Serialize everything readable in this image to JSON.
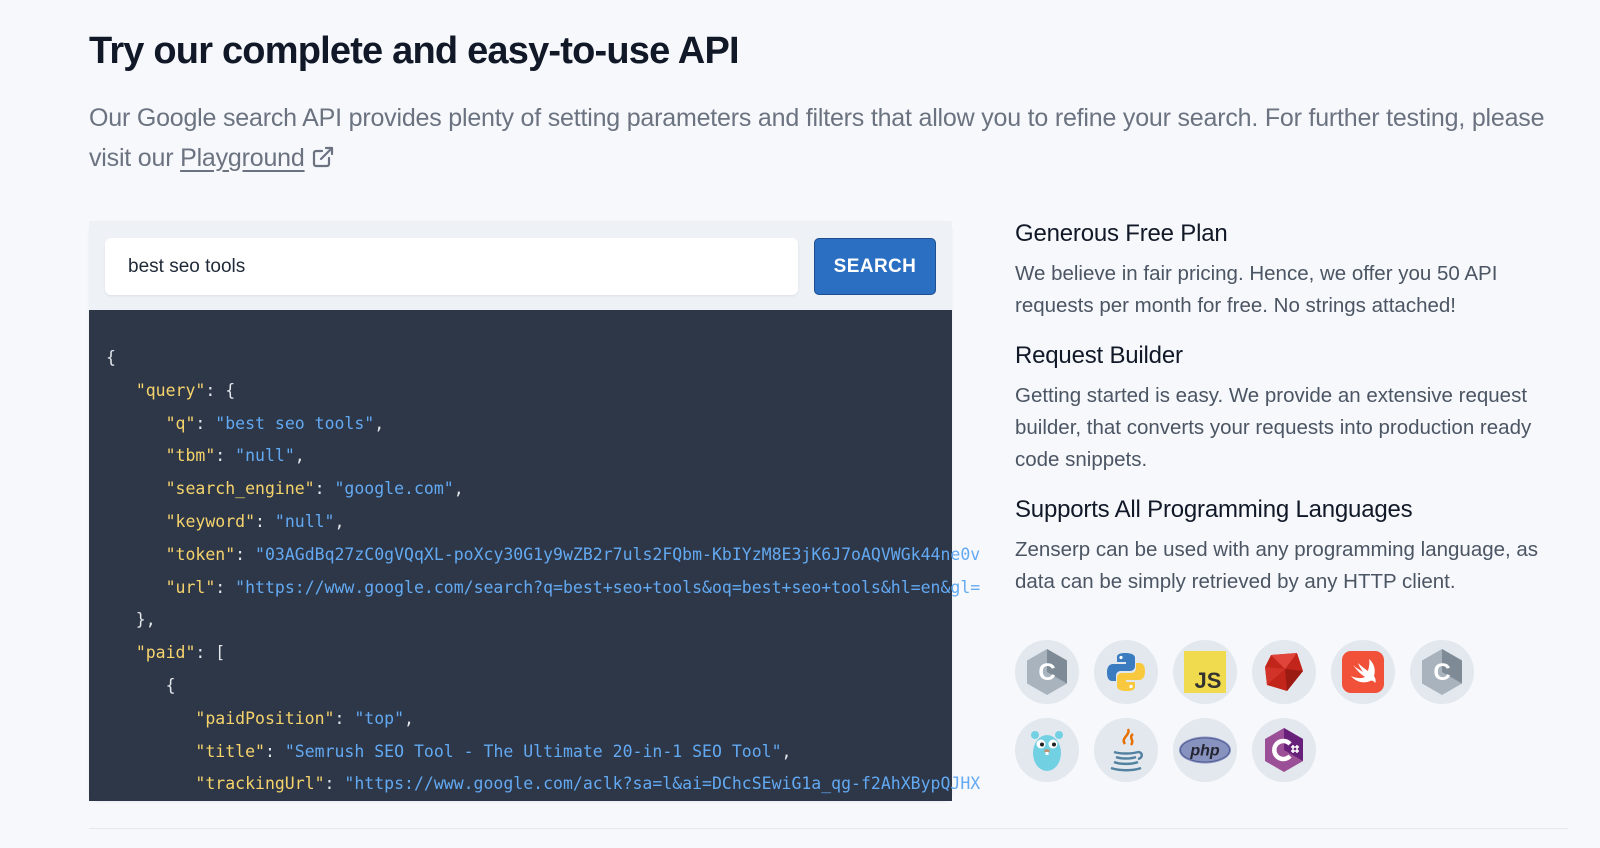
{
  "header": {
    "title": "Try our complete and easy-to-use API",
    "intro": "Our Google search API provides plenty of setting parameters and filters that allow you to refine your search. For further testing, please visit our ",
    "playground_link": "Playground"
  },
  "search": {
    "value": "best seo tools",
    "button_label": "SEARCH"
  },
  "code_lines": [
    [
      [
        "p",
        "{"
      ]
    ],
    [
      [
        "p",
        "   "
      ],
      [
        "k",
        "\"query\""
      ],
      [
        "p",
        ": {"
      ]
    ],
    [
      [
        "p",
        "      "
      ],
      [
        "k",
        "\"q\""
      ],
      [
        "p",
        ": "
      ],
      [
        "s",
        "\"best seo tools\""
      ],
      [
        "p",
        ","
      ]
    ],
    [
      [
        "p",
        "      "
      ],
      [
        "k",
        "\"tbm\""
      ],
      [
        "p",
        ": "
      ],
      [
        "s",
        "\"null\""
      ],
      [
        "p",
        ","
      ]
    ],
    [
      [
        "p",
        "      "
      ],
      [
        "k",
        "\"search_engine\""
      ],
      [
        "p",
        ": "
      ],
      [
        "s",
        "\"google.com\""
      ],
      [
        "p",
        ","
      ]
    ],
    [
      [
        "p",
        "      "
      ],
      [
        "k",
        "\"keyword\""
      ],
      [
        "p",
        ": "
      ],
      [
        "s",
        "\"null\""
      ],
      [
        "p",
        ","
      ]
    ],
    [
      [
        "p",
        "      "
      ],
      [
        "k",
        "\"token\""
      ],
      [
        "p",
        ": "
      ],
      [
        "s",
        "\"03AGdBq27zC0gVQqXL-poXcy30G1y9wZB2r7uls2FQbm-KbIYzM8E3jK6J7oAQVWGk44ne0v"
      ]
    ],
    [
      [
        "p",
        "      "
      ],
      [
        "k",
        "\"url\""
      ],
      [
        "p",
        ": "
      ],
      [
        "s",
        "\"https://www.google.com/search?q=best+seo+tools&oq=best+seo+tools&hl=en&gl="
      ]
    ],
    [
      [
        "p",
        "   },"
      ]
    ],
    [
      [
        "p",
        "   "
      ],
      [
        "k",
        "\"paid\""
      ],
      [
        "p",
        ": ["
      ]
    ],
    [
      [
        "p",
        "      {"
      ]
    ],
    [
      [
        "p",
        "         "
      ],
      [
        "k",
        "\"paidPosition\""
      ],
      [
        "p",
        ": "
      ],
      [
        "s",
        "\"top\""
      ],
      [
        "p",
        ","
      ]
    ],
    [
      [
        "p",
        "         "
      ],
      [
        "k",
        "\"title\""
      ],
      [
        "p",
        ": "
      ],
      [
        "s",
        "\"Semrush SEO Tool - The Ultimate 20-in-1 SEO Tool\""
      ],
      [
        "p",
        ","
      ]
    ],
    [
      [
        "p",
        "         "
      ],
      [
        "k",
        "\"trackingUrl\""
      ],
      [
        "p",
        ": "
      ],
      [
        "s",
        "\"https://www.google.com/aclk?sa=l&ai=DChcSEwiG1a_qg-f2AhXBypQJHX"
      ]
    ]
  ],
  "features": [
    {
      "heading": "Generous Free Plan",
      "text": "We believe in fair pricing. Hence, we offer you 50 API requests per month for free. No strings attached!"
    },
    {
      "heading": "Request Builder",
      "text": "Getting started is easy. We provide an extensive request builder, that converts your requests into production ready code snippets."
    },
    {
      "heading": "Supports All Programming Languages",
      "text": "Zenserp can be used with any programming language, as data can be simply retrieved by any HTTP client."
    }
  ],
  "languages": {
    "js_label": "JS",
    "php_label": "php",
    "c_label": "C",
    "icons": [
      "c-icon",
      "python-icon",
      "javascript-icon",
      "ruby-icon",
      "swift-icon",
      "c-icon",
      "go-icon",
      "java-icon",
      "php-icon",
      "csharp-icon"
    ]
  },
  "colors": {
    "accent": "#2a6fc2",
    "code_bg": "#2d3748",
    "code_key": "#f6d36b",
    "code_string": "#63a9f2"
  }
}
